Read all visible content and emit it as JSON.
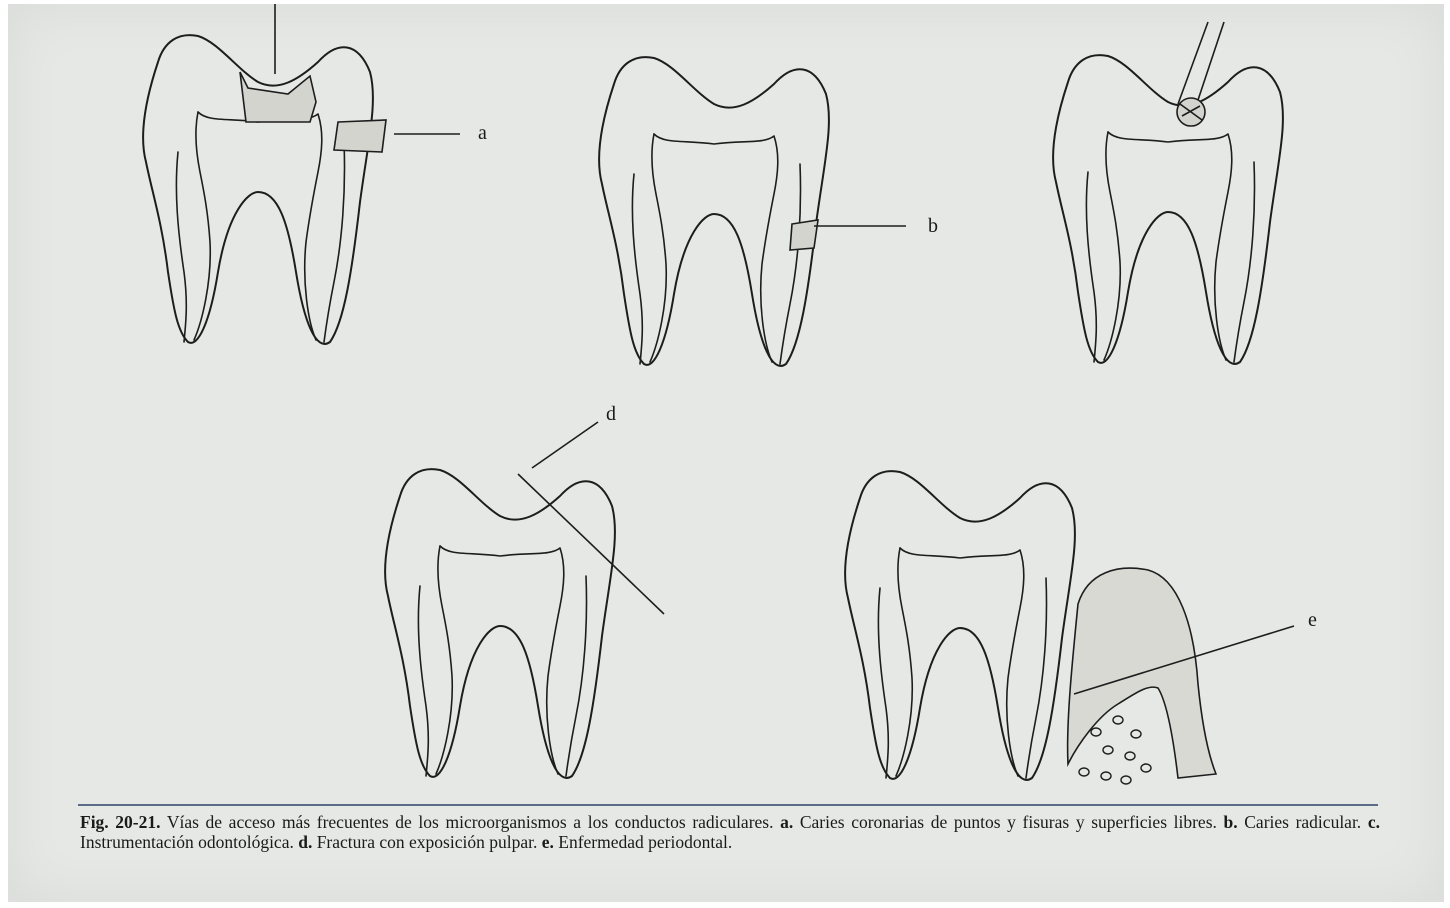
{
  "labels": {
    "a": "a",
    "b": "b",
    "d": "d",
    "e": "e"
  },
  "caption": {
    "fig_number": "Fig. 20-21.",
    "intro": " Vías de acceso más frecuentes de los microorganismos a los conductos radiculares. ",
    "key_a": "a.",
    "text_a": " Caries coronarias de puntos y fisuras y superficies libres. ",
    "key_b": "b.",
    "text_b": " Caries radicular. ",
    "key_c": "c.",
    "text_c": " Instrumentación odontológica. ",
    "key_d": "d.",
    "text_d": " Fractura con exposición pulpar. ",
    "key_e": "e.",
    "text_e": " Enfermedad periodontal."
  }
}
